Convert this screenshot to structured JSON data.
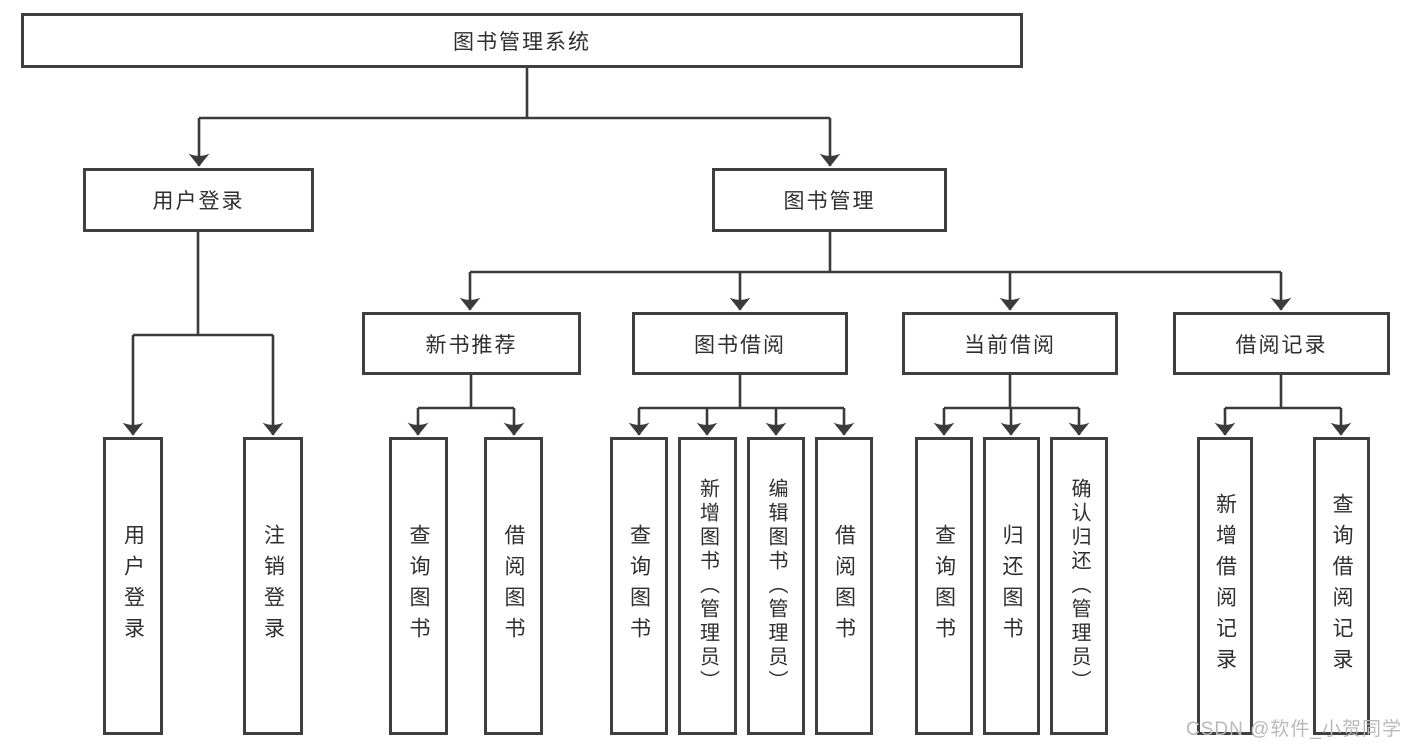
{
  "diagram": {
    "root": {
      "label": "图书管理系统",
      "children": [
        {
          "label": "用户登录",
          "children": [
            {
              "label": "用户登录"
            },
            {
              "label": "注销登录"
            }
          ]
        },
        {
          "label": "图书管理",
          "children": [
            {
              "label": "新书推荐",
              "children": [
                {
                  "label": "查询图书"
                },
                {
                  "label": "借阅图书"
                }
              ]
            },
            {
              "label": "图书借阅",
              "children": [
                {
                  "label": "查询图书"
                },
                {
                  "label": "新增图书（管理员）"
                },
                {
                  "label": "编辑图书（管理员）"
                },
                {
                  "label": "借阅图书"
                }
              ]
            },
            {
              "label": "当前借阅",
              "children": [
                {
                  "label": "查询图书"
                },
                {
                  "label": "归还图书"
                },
                {
                  "label": "确认归还（管理员）"
                }
              ]
            },
            {
              "label": "借阅记录",
              "children": [
                {
                  "label": "新增借阅记录"
                },
                {
                  "label": "查询借阅记录"
                }
              ]
            }
          ]
        }
      ]
    }
  },
  "watermark": "CSDN @软件_小贺同学",
  "colors": {
    "line": "#3b3b3b",
    "box_border": "#3f3f3f",
    "text": "#2f2f2f",
    "watermark": "#b9b9b9",
    "background": "#ffffff"
  }
}
